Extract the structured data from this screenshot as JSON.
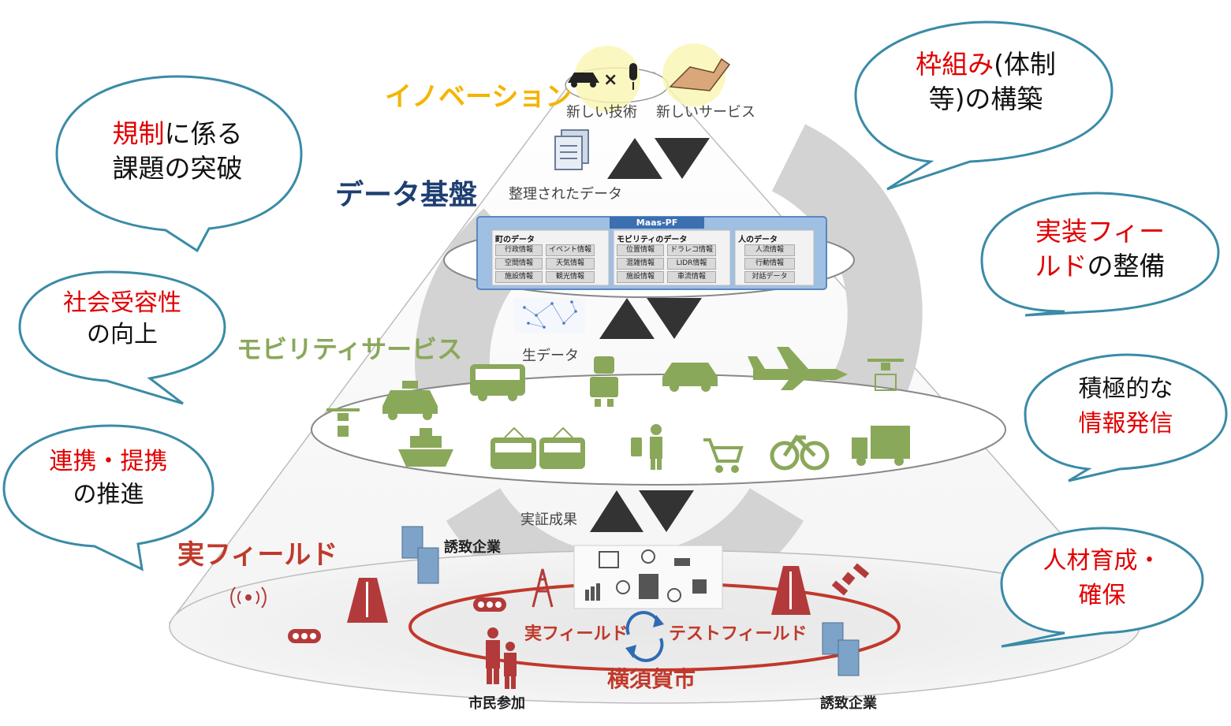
{
  "bubbles": {
    "b1": {
      "red": "規制",
      "line1_rest": "に係る",
      "line2": "課題の突破"
    },
    "b2": {
      "red": "社会受容性",
      "line2": "の向上"
    },
    "b3": {
      "red": "連携・提携",
      "line2": "の推進"
    },
    "b4": {
      "red": "枠組み",
      "line1_rest": "(体制",
      "line2": "等)の構築"
    },
    "b5": {
      "red1": "実装フィー",
      "red2": "ルド",
      "line2_rest": "の整備"
    },
    "b6": {
      "line1": "積極的な",
      "red": "情報発信"
    },
    "b7": {
      "red1": "人材育成・",
      "red2": "確保"
    }
  },
  "layers": {
    "innovation": "イノベーション",
    "data": "データ基盤",
    "mobility": "モビリティサービス",
    "field": "実フィールド"
  },
  "labels": {
    "new_tech": "新しい技術",
    "new_service": "新しいサービス",
    "organized_data": "整理されたデータ",
    "raw_data": "生データ",
    "results": "実証成果",
    "company1": "誘致企業",
    "company2": "誘致企業",
    "citizens": "市民参加",
    "city": "横須賀市",
    "real_field": "実フィールド",
    "test_field": "テストフィールド"
  },
  "platform": {
    "title": "Maas-PF",
    "groups": [
      {
        "name": "町のデータ",
        "items": [
          "行政情報",
          "イベント情報",
          "空間情報",
          "天気情報",
          "施設情報",
          "観光情報"
        ]
      },
      {
        "name": "モビリティのデータ",
        "items": [
          "位置情報",
          "ドラレコ情報",
          "混雑情報",
          "LIDR情報",
          "施設情報",
          "車流情報"
        ]
      },
      {
        "name": "人のデータ",
        "items": [
          "人流情報",
          "行動情報",
          "対話データ"
        ]
      }
    ]
  },
  "colors": {
    "innovation": "#f5b400",
    "data": "#1f3f73",
    "mobility": "#8aa85a",
    "field": "#c0392b",
    "bubble_border": "#3a8ba6",
    "accent_red": "#e00000"
  }
}
